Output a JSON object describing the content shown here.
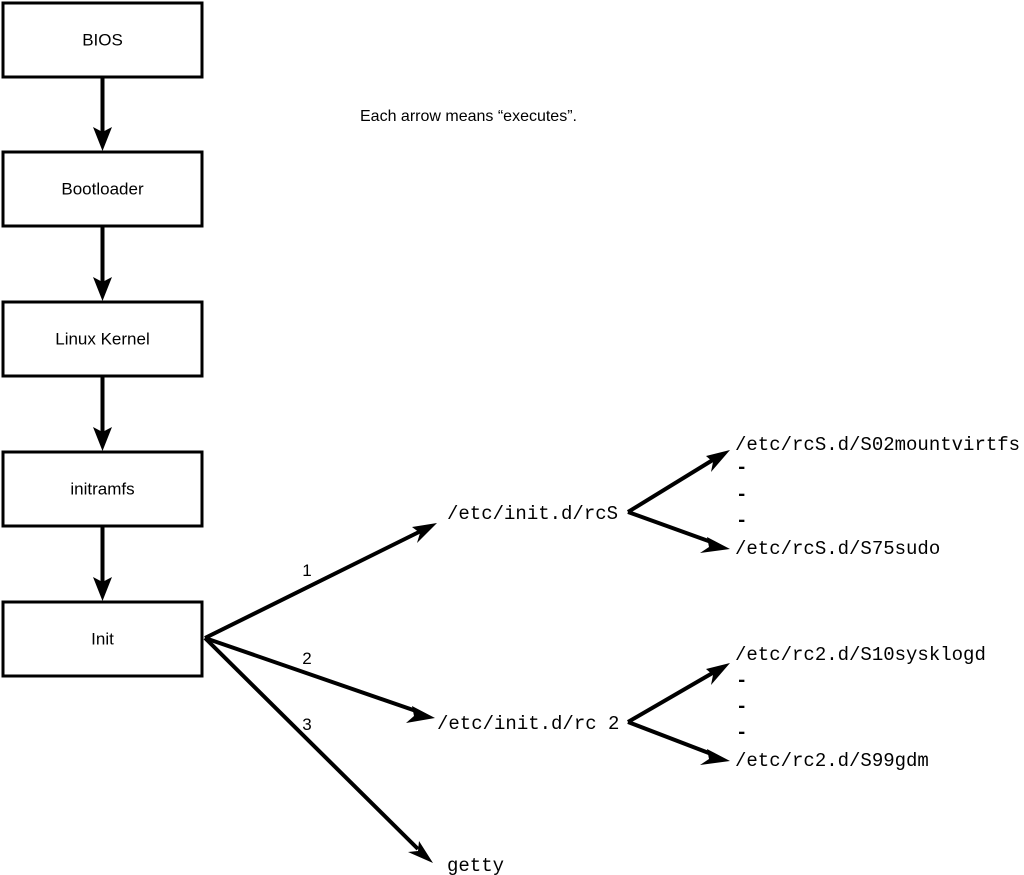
{
  "diagram": {
    "caption": "Each arrow means “executes”.",
    "boot_chain": [
      {
        "label": "BIOS"
      },
      {
        "label": "Bootloader"
      },
      {
        "label": "Linux Kernel"
      },
      {
        "label": "initramfs"
      },
      {
        "label": "Init"
      }
    ],
    "init_edges": [
      {
        "number": "1",
        "target": "/etc/init.d/rcS"
      },
      {
        "number": "2",
        "target": "/etc/init.d/rc 2"
      },
      {
        "number": "3",
        "target": "getty"
      }
    ],
    "nodes": {
      "rcs": "/etc/init.d/rcS",
      "rc2": "/etc/init.d/rc 2",
      "getty": "getty"
    },
    "rcs_scripts": {
      "first": "/etc/rcS.d/S02mountvirtfs",
      "last": "/etc/rcS.d/S75sudo",
      "ellipsis": [
        "-",
        "-",
        "-"
      ]
    },
    "rc2_scripts": {
      "first": "/etc/rc2.d/S10sysklogd",
      "last": "/etc/rc2.d/S99gdm",
      "ellipsis": [
        "-",
        "-",
        "-"
      ]
    },
    "colors": {
      "stroke": "#000000",
      "fill": "#ffffff",
      "text": "#000000"
    }
  }
}
